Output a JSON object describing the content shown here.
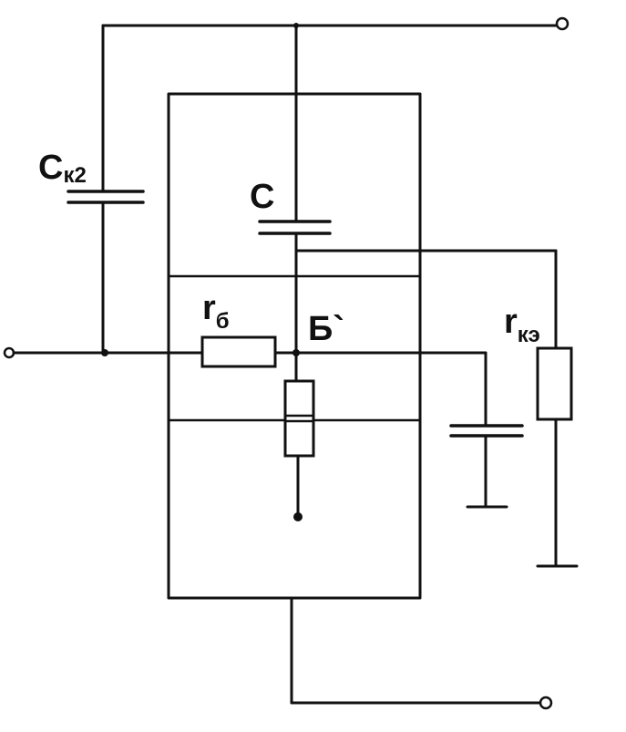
{
  "labels": {
    "ck2": {
      "main": "C",
      "sub": "к2"
    },
    "c": {
      "main": "C"
    },
    "rb": {
      "main": "r",
      "sub": "б"
    },
    "b_prime": {
      "main": "Б`"
    },
    "rke": {
      "main": "r",
      "sub": "кэ"
    }
  }
}
